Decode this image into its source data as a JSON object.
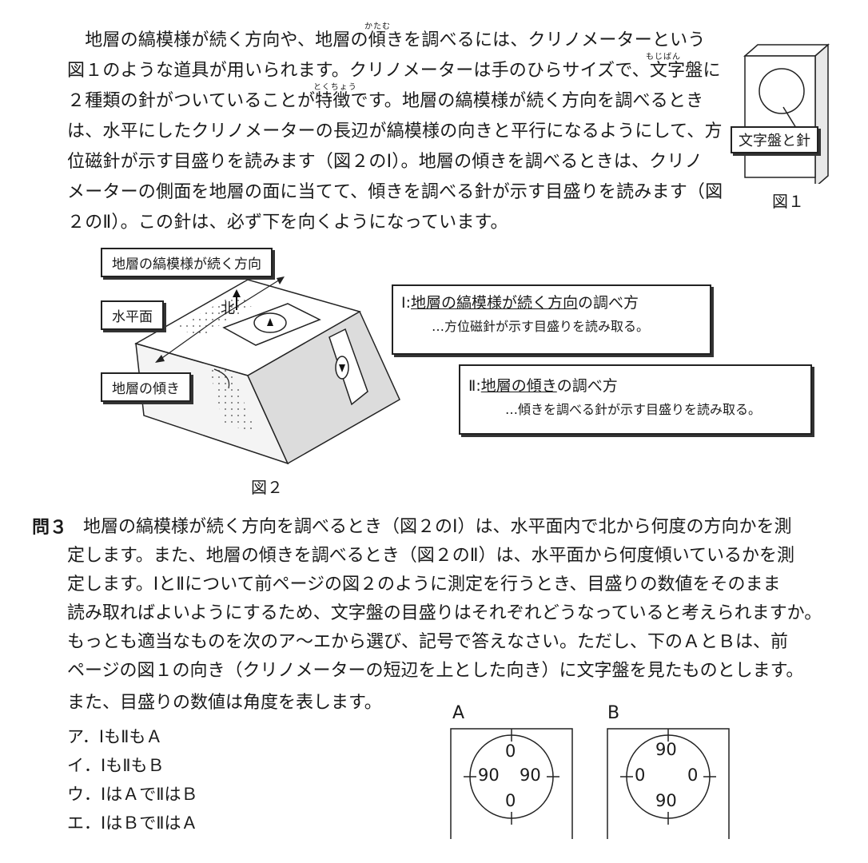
{
  "paragraph": {
    "lines": [
      "　地層の縞模様が続く方向や、地層の傾きを調べるには、クリノメーターという",
      "図１のような道具が用いられます。クリノメーターは手のひらサイズで、文字盤に",
      "２種類の針がついていることが特徴です。地層の縞模様が続く方向を調べるとき",
      "は、水平にしたクリノメーターの長辺が縞模様の向きと平行になるようにして、方",
      "位磁針が示す目盛りを読みます（図２のⅠ）。地層の傾きを調べるときは、クリノ",
      "メーターの側面を地層の面に当てて、傾きを調べる針が示す目盛りを読みます（図",
      "２のⅡ）。この針は、必ず下を向くようになっています。"
    ],
    "ruby": {
      "katamuki": "かたむ",
      "mojiban": "もじばん",
      "tokuchou": "とくちょう"
    }
  },
  "figure1": {
    "label": "文字盤と針",
    "caption": "図１"
  },
  "figure2": {
    "caption": "図２",
    "callouts": {
      "stripe_direction": "地層の縞模様が続く方向",
      "horizontal_plane": "水平面",
      "north": "北",
      "tilt": "地層の傾き"
    },
    "method1": {
      "title_prefix": "Ⅰ:",
      "title_u1": "地層の縞模様が続く方向",
      "title_suffix": "の調べ方",
      "desc": "…方位磁針が示す目盛りを読み取る。"
    },
    "method2": {
      "title_prefix": "Ⅱ:",
      "title_u1": "地層の傾き",
      "title_suffix": "の調べ方",
      "desc": "…傾きを調べる針が示す目盛りを読み取る。"
    }
  },
  "question": {
    "number": "問３",
    "lines": [
      "地層の縞模様が続く方向を調べるとき（図２のⅠ）は、水平面内で北から何度の方向かを測",
      "定します。また、地層の傾きを調べるとき（図２のⅡ）は、水平面から何度傾いているかを測",
      "定します。ⅠとⅡについて前ページの図２のように測定を行うとき、目盛りの数値をそのまま",
      "読み取ればよいようにするため、文字盤の目盛りはそれぞれどうなっていると考えられますか。",
      "もっとも適当なものを次のア～エから選び、記号で答えなさい。ただし、下のＡとＢは、前",
      "ページの図１の向き（クリノメーターの短辺を上とした向き）に文字盤を見たものとします。",
      "また、目盛りの数値は角度を表します。"
    ],
    "choices": [
      "ア．ⅠもⅡもＡ",
      "イ．ⅠもⅡもＢ",
      "ウ．ⅠはＡでⅡはＢ",
      "エ．ⅠはＢでⅡはＡ"
    ]
  },
  "dial_a": {
    "label": "A",
    "top": "0",
    "left": "90",
    "right": "90",
    "bottom": "0"
  },
  "dial_b": {
    "label": "B",
    "top": "90",
    "left": "0",
    "right": "0",
    "bottom": "90"
  }
}
